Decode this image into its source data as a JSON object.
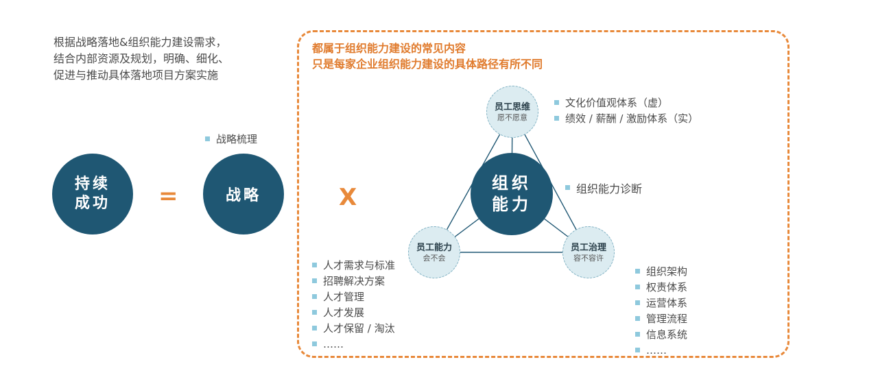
{
  "intro": {
    "lines": [
      "根据战略落地&组织能力建设需求，",
      "结合内部资源及规划，明确、细化、",
      "促进与推动具体落地项目方案实施"
    ]
  },
  "equation": {
    "success_line1": "持续",
    "success_line2": "成功",
    "equals": "=",
    "strategy": "战略",
    "strategy_note": "战略梳理",
    "times": "X"
  },
  "box": {
    "heading_line1": "都属于组织能力建设的常见内容",
    "heading_line2": "只是每家企业组织能力建设的具体路径有所不同"
  },
  "center": {
    "line1": "组织",
    "line2": "能力",
    "note": "组织能力诊断"
  },
  "nodes": {
    "thinking": {
      "title": "员工思维",
      "subtitle": "愿不愿意"
    },
    "ability": {
      "title": "员工能力",
      "subtitle": "会不会"
    },
    "governance": {
      "title": "员工治理",
      "subtitle": "容不容许"
    }
  },
  "lists": {
    "thinking": [
      "文化价值观体系（虚）",
      "绩效 / 薪酬 / 激励体系（实）"
    ],
    "ability": [
      "人才需求与标准",
      "招聘解决方案",
      "人才管理",
      "人才发展",
      "人才保留 / 淘汰",
      "……"
    ],
    "governance": [
      "组织架构",
      "权责体系",
      "运营体系",
      "管理流程",
      "信息系统",
      "……"
    ]
  },
  "colors": {
    "circle_fill": "#1f5773",
    "accent_orange": "#e8893a",
    "bullet": "#8ec9dd",
    "node_fill": "#dcecf1"
  }
}
